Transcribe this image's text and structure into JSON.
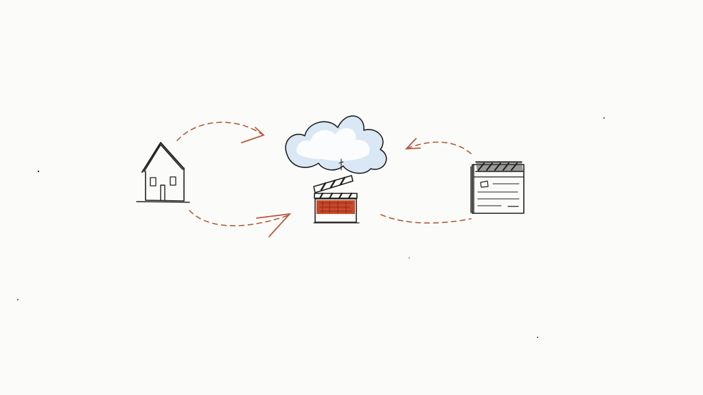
{
  "diagram": {
    "nodes": [
      {
        "id": "house",
        "icon": "house-icon"
      },
      {
        "id": "cloud",
        "icon": "cloud-icon"
      },
      {
        "id": "clapperboard",
        "icon": "clapperboard-icon"
      },
      {
        "id": "server",
        "icon": "server-rack-icon"
      }
    ],
    "edges": [
      {
        "from": "house",
        "to": "cloud",
        "style": "dashed-arrow"
      },
      {
        "from": "house",
        "to": "clapperboard",
        "style": "dashed-arrow"
      },
      {
        "from": "server",
        "to": "cloud",
        "style": "dashed-arrow"
      },
      {
        "from": "server",
        "to": "clapperboard",
        "style": "dashed-line"
      }
    ],
    "colors": {
      "background": "#fbfbf9",
      "ink": "#1e1e1e",
      "accent": "#b5573a",
      "clapper_fill": "#c8492a",
      "cloud_shade": "#cfe0f2"
    }
  }
}
